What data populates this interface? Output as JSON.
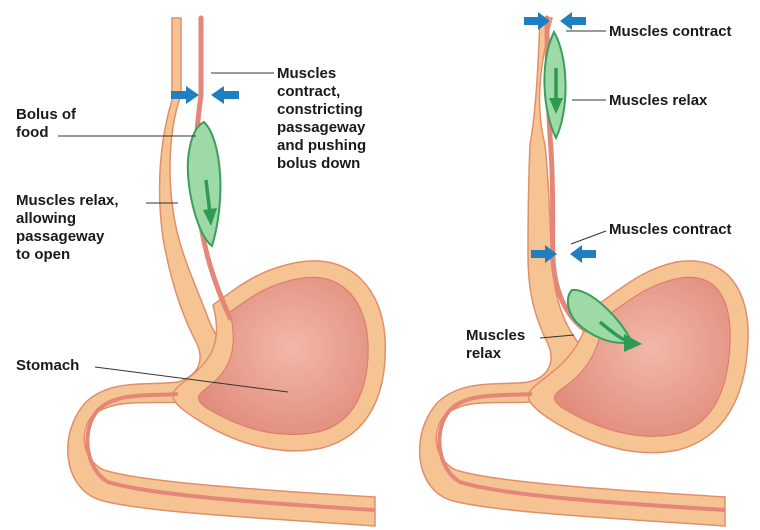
{
  "labels": {
    "left_contract": "Muscles\ncontract,\nconstricting\npassageway\nand pushing\nbolus down",
    "bolus": "Bolus of\nfood",
    "left_relax": "Muscles relax,\nallowing\npassageway\nto open",
    "stomach": "Stomach",
    "right_contract_top": "Muscles contract",
    "right_relax_top": "Muscles relax",
    "right_contract_mid": "Muscles contract",
    "right_relax_bottom": "Muscles\nrelax"
  },
  "colors": {
    "muscle_wall": "#f6c493",
    "wall_outline": "#e08f6a",
    "lumen": "#e58778",
    "stomach_inner": "#e8998a",
    "bolus_fill": "#9ed9a8",
    "bolus_outline": "#3b9e5c",
    "arrow_green": "#2f9a52",
    "arrow_blue": "#1f7fc0"
  }
}
